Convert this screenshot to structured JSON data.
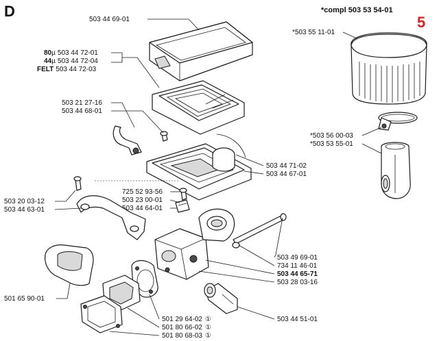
{
  "section_letter": "D",
  "page_number": "5",
  "kit_label": "*compl 503 53 54-01",
  "labels": {
    "filter_cover": "503 44 69-01",
    "filter_80_pre": "80",
    "filter_80": "503 44 72-01",
    "filter_44_pre": "44",
    "filter_44": "503 44 72-04",
    "filter_felt_pre": "FELT",
    "filter_felt": "503 44 72-03",
    "micro": "µ",
    "screw_a": "503 21 27-16",
    "bracket_a": "503 44 68-01",
    "airbox": "503 44 71-02",
    "airbox_gasket": "503 44 67-01",
    "screw_b": "725 52 93-56",
    "nut_b": "503 23 00-01",
    "spacer_b": "503 44 64-01",
    "screw_c": "503 20 03-12",
    "bracket_c": "503 44 63-01",
    "rod": "503 49 69-01",
    "washer": "734 11 46-01",
    "carburetor": "503 44 65-71",
    "fuel_line": "503 28 03-16",
    "intake_boot": "501 65 90-01",
    "gasket_a": "501 29 64-02",
    "gasket_b": "501 80 66-02",
    "gasket_c": "501 80 68-03",
    "circled_one": "①",
    "pipe": "503 44 51-01",
    "kit_filter": "*503 55 11-01",
    "kit_clamp": "*503 56 00-03",
    "kit_elbow": "*503 53 55-01"
  }
}
